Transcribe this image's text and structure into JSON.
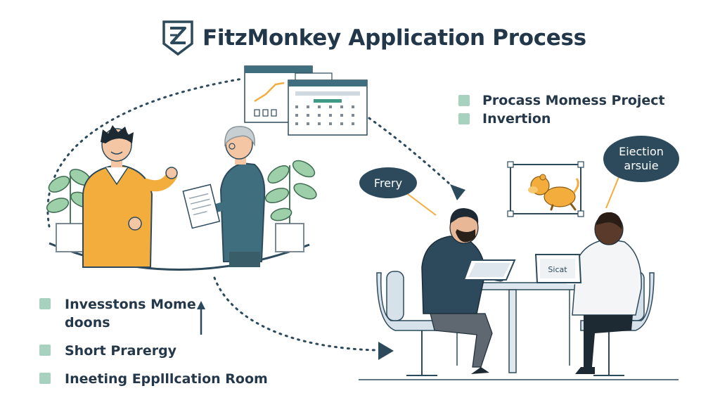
{
  "title": "FitzMonkey Application Process",
  "logo": {
    "icon": "shield-z-logo",
    "color": "#2c4a5c"
  },
  "legend_top": [
    {
      "label": "Procass Momess Project"
    },
    {
      "label": "Invertion"
    }
  ],
  "legend_bottom": [
    {
      "label": "Invesstons Mome doons"
    },
    {
      "label": "Short Prarergy"
    },
    {
      "label": "Ineeting Epplllcation Room"
    }
  ],
  "bubbles": {
    "left": "Frery",
    "right_line1": "Eiection",
    "right_line2": "arsuie"
  },
  "laptop_screen_text": "Sicat",
  "colors": {
    "navy": "#2c4a5c",
    "swatch": "#a8d2c0",
    "orange": "#f2ad3d",
    "table": "#dfe7ee",
    "plant": "#9dcfa8"
  }
}
